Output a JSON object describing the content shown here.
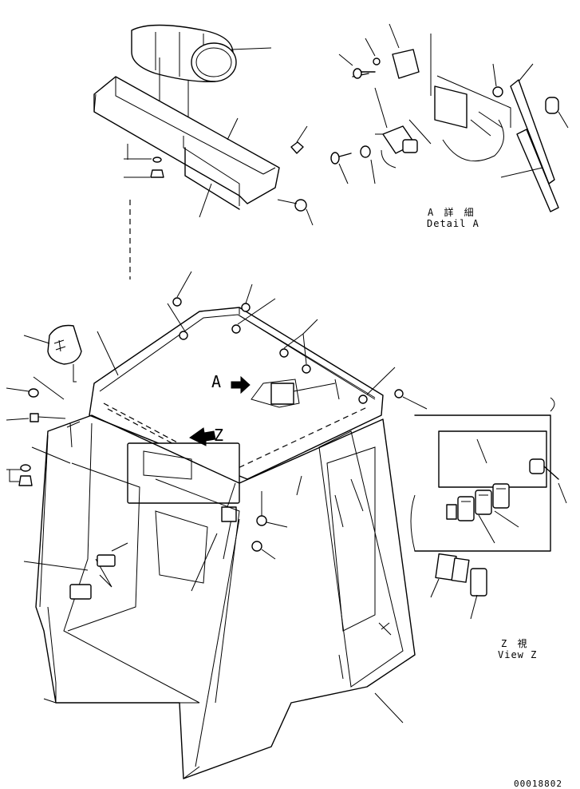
{
  "callouts": {
    "detail_a_jp": "A 詳 細",
    "detail_a_en": "Detail A",
    "view_z_jp": "Z  視",
    "view_z_en": "View Z",
    "marker_a": "A",
    "marker_z": "Z"
  },
  "drawing_number": "00018802"
}
